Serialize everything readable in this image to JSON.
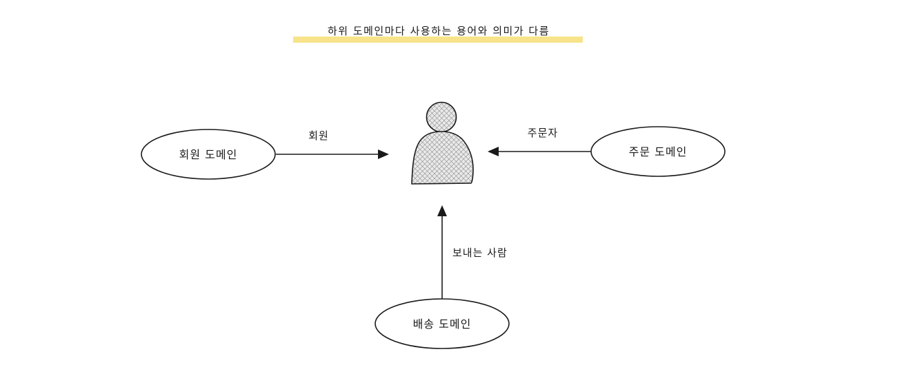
{
  "title": "하위 도메인마다 사용하는 용어와 의미가 다름",
  "colors": {
    "highlight": "#f7e48a",
    "stroke": "#1a1a1a",
    "person_fill": "#e6e6e6",
    "background": "#ffffff"
  },
  "center_entity": {
    "icon": "person-icon"
  },
  "domains": {
    "member": {
      "label": "회원 도메인",
      "edge_label": "회원"
    },
    "order": {
      "label": "주문 도메인",
      "edge_label": "주문자"
    },
    "delivery": {
      "label": "배송 도메인",
      "edge_label": "보내는 사람"
    }
  }
}
